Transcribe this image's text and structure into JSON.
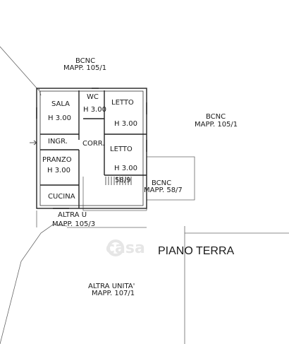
{
  "plan": {
    "title": "PIANO TERRA",
    "watermark": "casa",
    "labels": {
      "bcnc_top_line1": "BCNC",
      "bcnc_top_line2": "MAPP. 105/1",
      "bcnc_right_line1": "BCNC",
      "bcnc_right_line2": "MAPP. 105/1",
      "bcnc_mid_line1": "BCNC",
      "bcnc_mid_line2": "MAPP. 58/7",
      "altra_u_line1": "ALTRA U",
      "altra_u_line2": "MAPP. 105/3",
      "altra_unita_line1": "ALTRA UNITA'",
      "altra_unita_line2": "MAPP. 107/1",
      "step_ref": "58/9"
    },
    "rooms": {
      "sala": "SALA",
      "sala_h": "H 3.00",
      "wc": "WC",
      "wc_h": "H 3.00",
      "letto1": "LETTO",
      "letto1_h": "H 3.00",
      "letto2": "LETTO",
      "letto2_h": "H 3.00",
      "ingr": "INGR.",
      "corr": "CORR.",
      "pranzo": "PRANZO",
      "pranzo_h": "H 3.00",
      "cucina": "CUCINA"
    }
  }
}
